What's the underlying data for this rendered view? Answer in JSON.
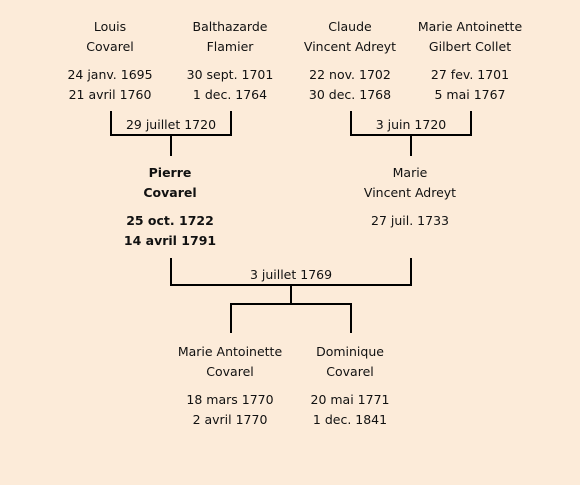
{
  "people": {
    "louis": {
      "first": "Louis",
      "last": "Covarel",
      "birth": "24 janv. 1695",
      "death": "21 avril 1760"
    },
    "balthazarde": {
      "first": "Balthazarde",
      "last": "Flamier",
      "birth": "30 sept. 1701",
      "death": "1 dec. 1764"
    },
    "claude": {
      "first": "Claude",
      "last": "Vincent Adreyt",
      "birth": "22 nov. 1702",
      "death": "30 dec. 1768"
    },
    "marie_antoinette_gc": {
      "first": "Marie Antoinette",
      "last": "Gilbert Collet",
      "birth": "27 fev. 1701",
      "death": "5 mai 1767"
    },
    "pierre": {
      "first": "Pierre",
      "last": "Covarel",
      "birth": "25 oct. 1722",
      "death": "14 avril 1791"
    },
    "marie_va": {
      "first": "Marie",
      "last": "Vincent Adreyt",
      "birth": "27 juil. 1733",
      "death": ""
    },
    "marie_antoinette_c": {
      "first": "Marie Antoinette",
      "last": "Covarel",
      "birth": "18 mars 1770",
      "death": "2 avril 1770"
    },
    "dominique": {
      "first": "Dominique",
      "last": "Covarel",
      "birth": "20 mai 1771",
      "death": "1 dec. 1841"
    }
  },
  "marriages": {
    "louis_balthazarde": "29 juillet 1720",
    "claude_marie": "3 juin 1720",
    "pierre_marie": "3 juillet 1769"
  }
}
